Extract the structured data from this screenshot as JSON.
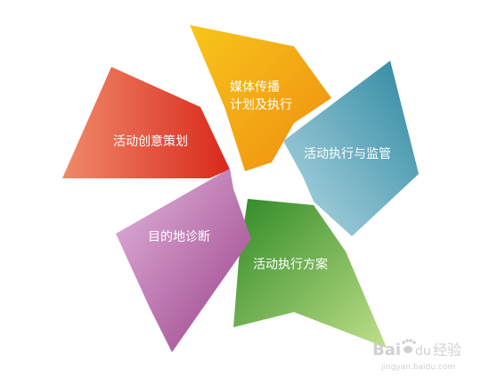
{
  "segments": [
    {
      "id": "creative",
      "lines": [
        "活动创意策划"
      ],
      "color_from": "#f08a6a",
      "color_to": "#d9281b"
    },
    {
      "id": "media",
      "lines": [
        "媒体传播",
        "计划及执行"
      ],
      "color_from": "#f7c61a",
      "color_to": "#f08c10"
    },
    {
      "id": "monitor",
      "lines": [
        "活动执行与监管"
      ],
      "color_from": "#b4d9e3",
      "color_to": "#2c87a1"
    },
    {
      "id": "plan",
      "lines": [
        "活动执行方案"
      ],
      "color_from": "#2f8a26",
      "color_to": "#c1e08a"
    },
    {
      "id": "diagnosis",
      "lines": [
        "目的地诊断"
      ],
      "color_from": "#e3b8df",
      "color_to": "#9a3f86"
    }
  ],
  "watermark": {
    "logo_text": "Bai",
    "logo_suffix": "du",
    "cn_text": "经验",
    "url": "jingyan.baidu.com",
    "color": "#c8c8c8"
  }
}
